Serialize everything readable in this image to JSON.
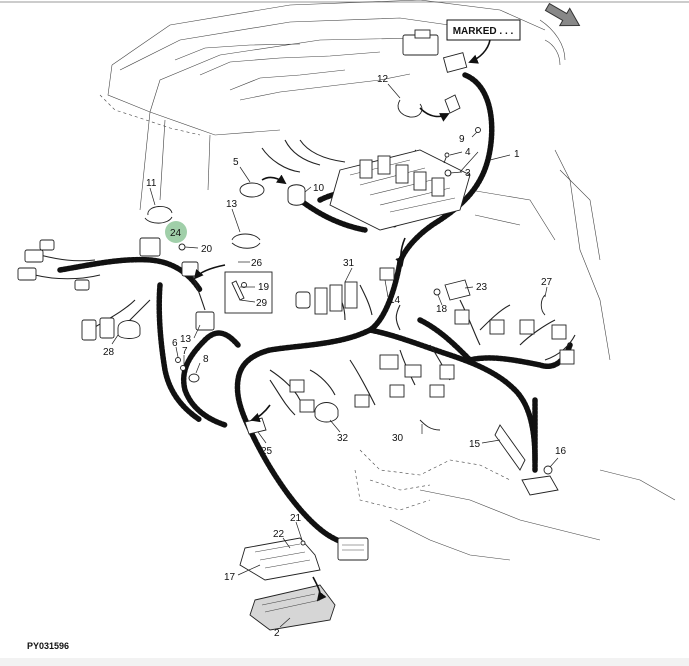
{
  "diagram": {
    "image_code": "PY031596",
    "marked_label": "MARKED . . .",
    "highlighted_callout": "24",
    "highlight_color": "#8fc79a",
    "callouts": {
      "c1": "1",
      "c2": "2",
      "c3": "3",
      "c4": "4",
      "c5": "5",
      "c6": "6",
      "c7": "7",
      "c8": "8",
      "c9": "9",
      "c10": "10",
      "c11": "11",
      "c12": "12",
      "c13": "13",
      "c13b": "13",
      "c14": "14",
      "c15": "15",
      "c16": "16",
      "c17": "17",
      "c18": "18",
      "c19": "19",
      "c20": "20",
      "c21": "21",
      "c22": "22",
      "c23": "23",
      "c24": "24",
      "c25": "25",
      "c26": "26",
      "c27": "27",
      "c28": "28",
      "c29": "29",
      "c30": "30",
      "c31": "31",
      "c32": "32"
    },
    "icons": {
      "direction_arrow": "thick-arrow-icon"
    }
  }
}
